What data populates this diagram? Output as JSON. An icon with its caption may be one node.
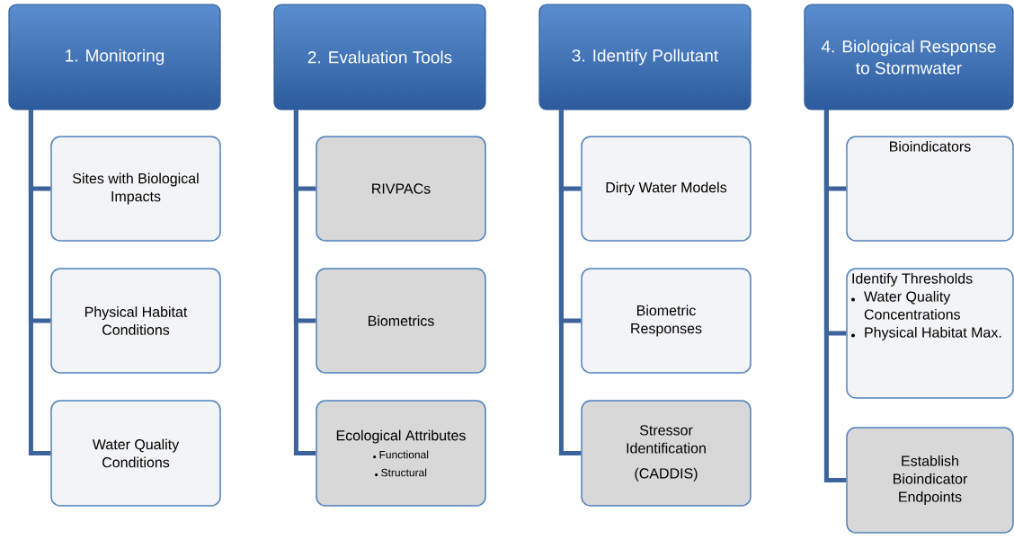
{
  "diagram": {
    "nodes": [
      {
        "text": [
          "1. Monitoring"
        ]
      },
      {
        "text": [
          "Sites with Biological Impacts"
        ]
      },
      {
        "text": [
          "Physical Habitat Conditions"
        ]
      },
      {
        "text": [
          "Water Quality Conditions"
        ]
      },
      {
        "text": [
          "2. Evaluation Tools"
        ]
      },
      {
        "text": [
          "RIVPACs"
        ]
      },
      {
        "text": [
          "Biometrics"
        ]
      },
      {
        "text": [
          "Ecological Attributes",
          "Functional",
          "Structural"
        ]
      },
      {
        "text": [
          "3. Identify Pollutant"
        ]
      },
      {
        "text": [
          "Dirty Water Models"
        ]
      },
      {
        "text": [
          "Biometric Responses"
        ]
      },
      {
        "text": [
          "Stressor Identification",
          "(CADDIS)"
        ]
      },
      {
        "text": [
          "4. Biological Response to Stormwater"
        ]
      },
      {
        "text": [
          "Bioindicators"
        ]
      },
      {
        "text": [
          "Identify Thresholds",
          "Water Quality Concentrations",
          "Physical Habitat Max."
        ]
      },
      {
        "text": [
          "Establish Bioindicator Endpoints"
        ]
      }
    ],
    "edges": [
      {
        "from": 0,
        "to": 1,
        "arrow": "none"
      },
      {
        "from": 0,
        "to": 2,
        "arrow": "none"
      },
      {
        "from": 0,
        "to": 3,
        "arrow": "none"
      },
      {
        "from": 4,
        "to": 5,
        "arrow": "none"
      },
      {
        "from": 4,
        "to": 6,
        "arrow": "none"
      },
      {
        "from": 4,
        "to": 7,
        "arrow": "none"
      },
      {
        "from": 8,
        "to": 9,
        "arrow": "none"
      },
      {
        "from": 8,
        "to": 10,
        "arrow": "none"
      },
      {
        "from": 8,
        "to": 11,
        "arrow": "none"
      },
      {
        "from": 12,
        "to": 13,
        "arrow": "none"
      },
      {
        "from": 12,
        "to": 14,
        "arrow": "none"
      },
      {
        "from": 12,
        "to": 15,
        "arrow": "none"
      }
    ]
  }
}
